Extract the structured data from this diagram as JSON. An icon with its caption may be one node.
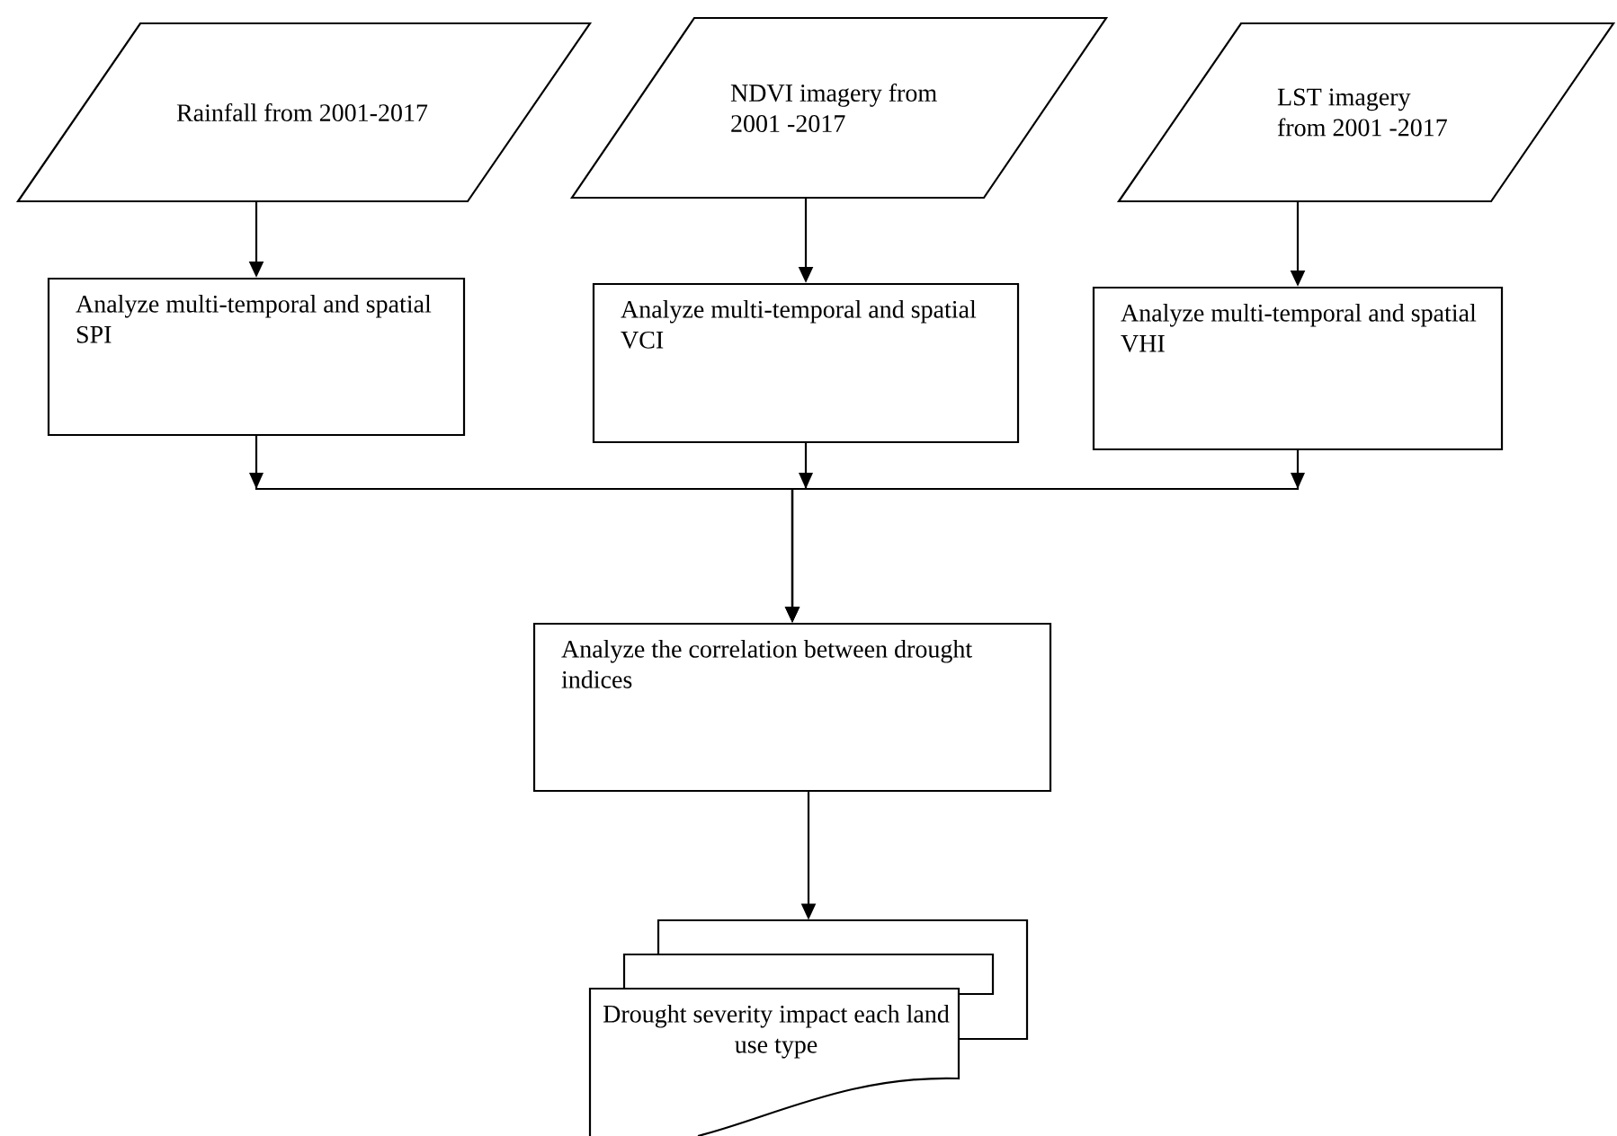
{
  "diagram": {
    "nodes": [
      {
        "text": [
          "Rainfall from 2001-2017"
        ]
      },
      {
        "text": [
          "NDVI imagery from 2001 -2017"
        ]
      },
      {
        "text": [
          "LST imagery from 2001 -2017"
        ]
      },
      {
        "text": [
          "Analyze multi-temporal and spatial SPI"
        ]
      },
      {
        "text": [
          "Analyze multi-temporal and spatial VCI"
        ]
      },
      {
        "text": [
          "Analyze multi-temporal and spatial VHI"
        ]
      },
      {
        "text": [
          "Analyze the correlation between drought indices"
        ]
      },
      {
        "text": [
          "Drought severity impact each land use type"
        ]
      }
    ],
    "edges": [
      {
        "from": 0,
        "to": 3,
        "arrow": "to"
      },
      {
        "from": 1,
        "to": 4,
        "arrow": "to"
      },
      {
        "from": 2,
        "to": 5,
        "arrow": "to"
      },
      {
        "from": 3,
        "to": 6,
        "arrow": "to"
      },
      {
        "from": 4,
        "to": 6,
        "arrow": "to"
      },
      {
        "from": 5,
        "to": 6,
        "arrow": "to"
      },
      {
        "from": 6,
        "to": 7,
        "arrow": "to"
      }
    ]
  }
}
